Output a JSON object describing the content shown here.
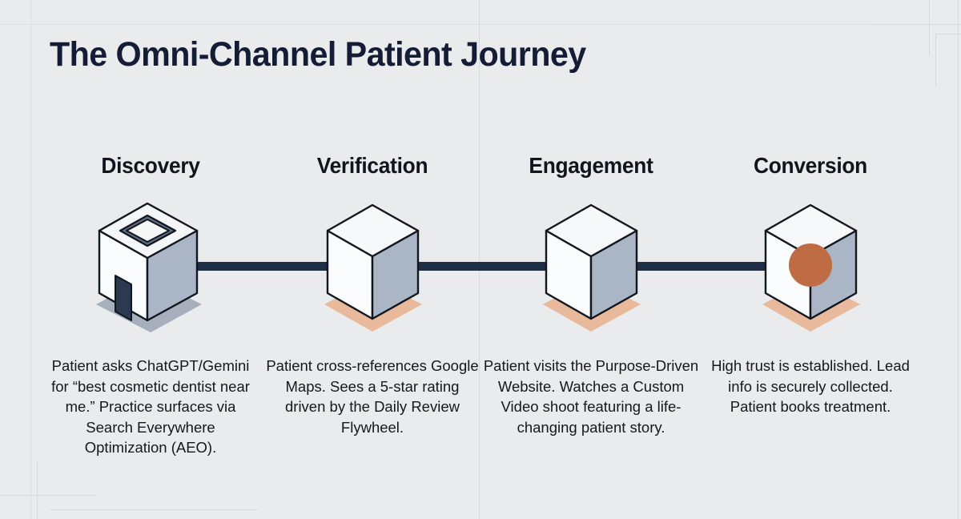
{
  "page": {
    "title": "The Omni-Channel Patient Journey",
    "background_color": "#e9ebec",
    "accent_navy": "#1e2e46",
    "accent_terracotta": "#bf6b43",
    "shadow_peach": "#e8b99b",
    "shadow_gray": "#9aa5b3"
  },
  "stages": [
    {
      "id": "discovery",
      "label": "Discovery",
      "icon": "isometric-open-cube-icon",
      "shadow_color": "#9aa5b3",
      "has_node_dot": false,
      "caption": "Patient asks ChatGPT/Gemini for “best cosmetic dentist near me.” Practice surfaces via Search Everywhere Optimization (AEO)."
    },
    {
      "id": "verification",
      "label": "Verification",
      "icon": "isometric-cube-icon",
      "shadow_color": "#e8b99b",
      "has_node_dot": false,
      "caption": "Patient cross-references Google Maps. Sees a 5-star rating driven by the Daily Review Flywheel."
    },
    {
      "id": "engagement",
      "label": "Engagement",
      "icon": "isometric-cube-icon",
      "shadow_color": "#e8b99b",
      "has_node_dot": false,
      "caption": "Patient visits the Purpose-Driven Website. Watches a Custom Video shoot featuring a life-changing patient story."
    },
    {
      "id": "conversion",
      "label": "Conversion",
      "icon": "isometric-cube-node-icon",
      "shadow_color": "#e8b99b",
      "has_node_dot": true,
      "caption": "High trust is established. Lead info is securely collected. Patient books treatment."
    }
  ]
}
